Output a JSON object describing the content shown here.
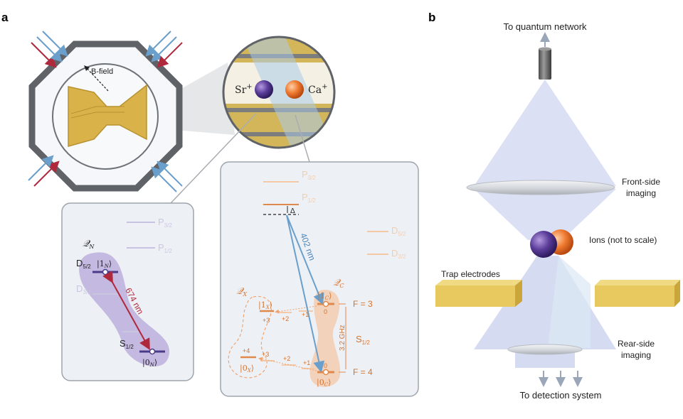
{
  "panel_a": {
    "label": "a",
    "bfield_label": "B-field",
    "ion_left": "Sr",
    "ion_left_charge": "+",
    "ion_right": "Ca",
    "ion_right_charge": "+",
    "sr_box": {
      "P32": "P",
      "P32_sub": "3/2",
      "P12": "P",
      "P12_sub": "1/2",
      "D52": "D",
      "D52_sub": "5/2",
      "D32": "D",
      "D32_sub": "3/2",
      "S12": "S",
      "S12_sub": "1/2",
      "qubit_label": "𝒬",
      "qubit_sub": "N",
      "ket_1": "|1",
      "ket_1_sub": "N",
      "ket_close": "⟩",
      "ket_0": "|0",
      "ket_0_sub": "N",
      "transition": "674 nm"
    },
    "ca_box": {
      "P32": "P",
      "P32_sub": "3/2",
      "P12": "P",
      "P12_sub": "1/2",
      "D52": "D",
      "D52_sub": "5/2",
      "D32": "D",
      "D32_sub": "3/2",
      "delta": "Δ",
      "transition": "402 nm",
      "qc_label": "𝒬",
      "qc_sub": "C",
      "qx_label": "𝒬",
      "qx_sub": "X",
      "ket_1c": "|1",
      "ket_1c_sub": "C",
      "ket_0c": "|0",
      "ket_0c_sub": "C",
      "ket_1x": "|1",
      "ket_1x_sub": "X",
      "ket_0x": "|0",
      "ket_0x_sub": "X",
      "ket_close": "⟩",
      "m_upper": [
        "+3",
        "+2",
        "+1",
        "0"
      ],
      "m_lower": [
        "+4",
        "+3",
        "+2",
        "+1",
        "0"
      ],
      "F3": "F = 3",
      "F4": "F = 4",
      "splitting": "3.2 GHz",
      "S12": "S",
      "S12_sub": "1/2"
    }
  },
  "panel_b": {
    "label": "b",
    "network": "To quantum network",
    "front_imaging_1": "Front-side",
    "front_imaging_2": "imaging",
    "ions": "Ions (not to scale)",
    "trap": "Trap electrodes",
    "rear_imaging_1": "Rear-side",
    "rear_imaging_2": "imaging",
    "detection": "To detection system"
  },
  "colors": {
    "sr": "#5b3d9a",
    "ca": "#ef7a30",
    "electrode": "#d9b24a",
    "red_laser": "#b0283c",
    "blue_laser": "#6a9fcc",
    "panel_bg": "#eef2f7",
    "ca_level": "#f0a470"
  }
}
